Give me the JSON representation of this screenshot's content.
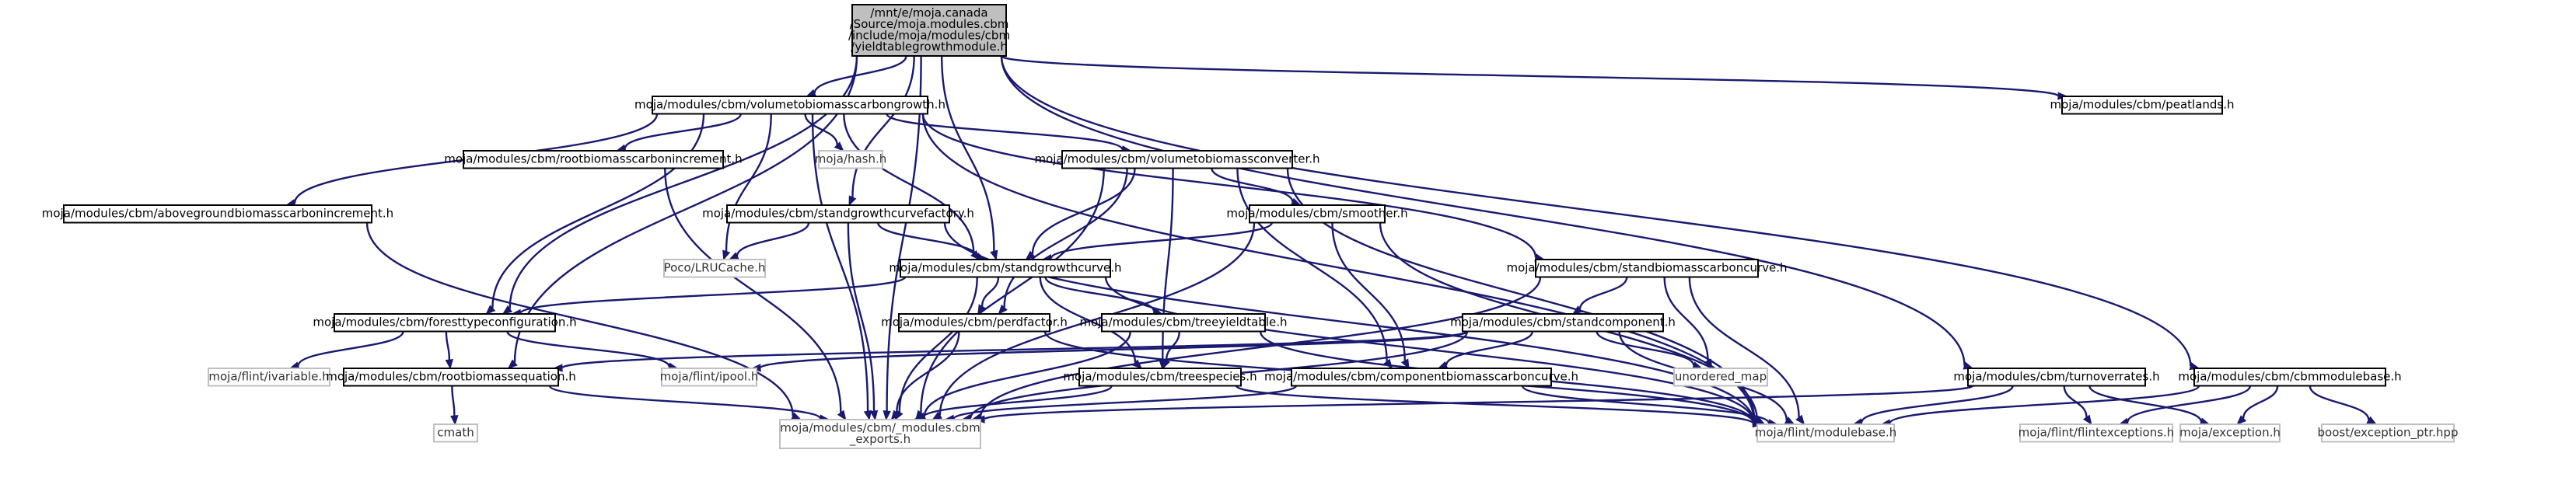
{
  "colors": {
    "edge": "#191970",
    "node_border": "#000000",
    "node_border_external": "#bfbfbf",
    "node_fill": "#ffffff",
    "root_fill": "#bfbfbf",
    "text": "#000000",
    "text_external": "#333333"
  },
  "nodes": [
    {
      "id": "root",
      "lines": [
        "/mnt/e/moja.canada",
        "/Source/moja.modules.cbm",
        "/include/moja/modules/cbm",
        "/yieldtablegrowthmodule.h"
      ],
      "kind": "root"
    },
    {
      "id": "volumetobiomasscarbongrowth",
      "lines": [
        "moja/modules/cbm/volumetobiomasscarbongrowth.h"
      ],
      "kind": "normal"
    },
    {
      "id": "peatlands",
      "lines": [
        "moja/modules/cbm/peatlands.h"
      ],
      "kind": "normal"
    },
    {
      "id": "hash",
      "lines": [
        "moja/hash.h"
      ],
      "kind": "external"
    },
    {
      "id": "rootbiomasscarbonincrement",
      "lines": [
        "moja/modules/cbm/rootbiomasscarbonincrement.h"
      ],
      "kind": "normal"
    },
    {
      "id": "volumetobiomassconverter",
      "lines": [
        "moja/modules/cbm/volumetobiomassconverter.h"
      ],
      "kind": "normal"
    },
    {
      "id": "abovegroundbiomasscarbonincrement",
      "lines": [
        "moja/modules/cbm/abovegroundbiomasscarbonincrement.h"
      ],
      "kind": "normal"
    },
    {
      "id": "standgrowthcurvefactory",
      "lines": [
        "moja/modules/cbm/standgrowthcurvefactory.h"
      ],
      "kind": "normal"
    },
    {
      "id": "smoother",
      "lines": [
        "moja/modules/cbm/smoother.h"
      ],
      "kind": "normal"
    },
    {
      "id": "lrucache",
      "lines": [
        "Poco/LRUCache.h"
      ],
      "kind": "external"
    },
    {
      "id": "standgrowthcurve",
      "lines": [
        "moja/modules/cbm/standgrowthcurve.h"
      ],
      "kind": "normal"
    },
    {
      "id": "standbiomasscarboncurve",
      "lines": [
        "moja/modules/cbm/standbiomasscarboncurve.h"
      ],
      "kind": "normal"
    },
    {
      "id": "foresttypeconfiguration",
      "lines": [
        "moja/modules/cbm/foresttypeconfiguration.h"
      ],
      "kind": "normal"
    },
    {
      "id": "perdfactor",
      "lines": [
        "moja/modules/cbm/perdfactor.h"
      ],
      "kind": "normal"
    },
    {
      "id": "treeyieldtable",
      "lines": [
        "moja/modules/cbm/treeyieldtable.h"
      ],
      "kind": "normal"
    },
    {
      "id": "standcomponent",
      "lines": [
        "moja/modules/cbm/standcomponent.h"
      ],
      "kind": "normal"
    },
    {
      "id": "variable",
      "lines": [
        "moja/flint/ivariable.h"
      ],
      "kind": "external"
    },
    {
      "id": "rootbiomassequation",
      "lines": [
        "moja/modules/cbm/rootbiomassequation.h"
      ],
      "kind": "normal"
    },
    {
      "id": "ipool",
      "lines": [
        "moja/flint/ipool.h"
      ],
      "kind": "external"
    },
    {
      "id": "treespecies",
      "lines": [
        "moja/modules/cbm/treespecies.h"
      ],
      "kind": "normal"
    },
    {
      "id": "componentbiomasscarboncurve",
      "lines": [
        "moja/modules/cbm/componentbiomasscarboncurve.h"
      ],
      "kind": "normal"
    },
    {
      "id": "unordered_map",
      "lines": [
        "unordered_map"
      ],
      "kind": "external"
    },
    {
      "id": "turnoverrates",
      "lines": [
        "moja/modules/cbm/turnoverrates.h"
      ],
      "kind": "normal"
    },
    {
      "id": "cbmmodulebase",
      "lines": [
        "moja/modules/cbm/cbmmodulebase.h"
      ],
      "kind": "normal"
    },
    {
      "id": "cmath",
      "lines": [
        "cmath"
      ],
      "kind": "external"
    },
    {
      "id": "exports",
      "lines": [
        "moja/modules/cbm/_modules.cbm",
        "_exports.h"
      ],
      "kind": "external"
    },
    {
      "id": "modulebase",
      "lines": [
        "moja/flint/modulebase.h"
      ],
      "kind": "external"
    },
    {
      "id": "flintexceptions",
      "lines": [
        "moja/flint/flintexceptions.h"
      ],
      "kind": "external"
    },
    {
      "id": "exception",
      "lines": [
        "moja/exception.h"
      ],
      "kind": "external"
    },
    {
      "id": "exception_ptr",
      "lines": [
        "boost/exception_ptr.hpp"
      ],
      "kind": "external"
    }
  ],
  "edges": [
    [
      "root",
      "volumetobiomasscarbongrowth"
    ],
    [
      "root",
      "peatlands"
    ],
    [
      "root",
      "standgrowthcurvefactory"
    ],
    [
      "root",
      "standgrowthcurve"
    ],
    [
      "root",
      "foresttypeconfiguration"
    ],
    [
      "root",
      "rootbiomassequation"
    ],
    [
      "root",
      "exports"
    ],
    [
      "root",
      "turnoverrates"
    ],
    [
      "root",
      "cbmmodulebase"
    ],
    [
      "volumetobiomasscarbongrowth",
      "hash"
    ],
    [
      "volumetobiomasscarbongrowth",
      "rootbiomasscarbonincrement"
    ],
    [
      "volumetobiomasscarbongrowth",
      "volumetobiomassconverter"
    ],
    [
      "volumetobiomasscarbongrowth",
      "abovegroundbiomasscarbonincrement"
    ],
    [
      "volumetobiomasscarbongrowth",
      "lrucache"
    ],
    [
      "volumetobiomasscarbongrowth",
      "standgrowthcurve"
    ],
    [
      "volumetobiomasscarbongrowth",
      "standbiomasscarboncurve"
    ],
    [
      "volumetobiomasscarbongrowth",
      "foresttypeconfiguration"
    ],
    [
      "volumetobiomasscarbongrowth",
      "exports"
    ],
    [
      "volumetobiomasscarbongrowth",
      "modulebase"
    ],
    [
      "rootbiomasscarbonincrement",
      "exports"
    ],
    [
      "abovegroundbiomasscarbonincrement",
      "exports"
    ],
    [
      "volumetobiomassconverter",
      "smoother"
    ],
    [
      "volumetobiomassconverter",
      "standgrowthcurve"
    ],
    [
      "volumetobiomassconverter",
      "perdfactor"
    ],
    [
      "volumetobiomassconverter",
      "treespecies"
    ],
    [
      "volumetobiomassconverter",
      "componentbiomasscarboncurve"
    ],
    [
      "volumetobiomassconverter",
      "exports"
    ],
    [
      "volumetobiomassconverter",
      "modulebase"
    ],
    [
      "standgrowthcurvefactory",
      "lrucache"
    ],
    [
      "standgrowthcurvefactory",
      "standgrowthcurve"
    ],
    [
      "standgrowthcurvefactory",
      "exports"
    ],
    [
      "standgrowthcurvefactory",
      "modulebase"
    ],
    [
      "smoother",
      "standgrowthcurve"
    ],
    [
      "smoother",
      "componentbiomasscarboncurve"
    ],
    [
      "smoother",
      "exports"
    ],
    [
      "smoother",
      "modulebase"
    ],
    [
      "standgrowthcurve",
      "foresttypeconfiguration"
    ],
    [
      "standgrowthcurve",
      "perdfactor"
    ],
    [
      "standgrowthcurve",
      "treeyieldtable"
    ],
    [
      "standgrowthcurve",
      "treespecies"
    ],
    [
      "standgrowthcurve",
      "exports"
    ],
    [
      "standgrowthcurve",
      "modulebase"
    ],
    [
      "standbiomasscarboncurve",
      "standcomponent"
    ],
    [
      "standbiomasscarboncurve",
      "unordered_map"
    ],
    [
      "standbiomasscarboncurve",
      "exports"
    ],
    [
      "standbiomasscarboncurve",
      "modulebase"
    ],
    [
      "foresttypeconfiguration",
      "variable"
    ],
    [
      "foresttypeconfiguration",
      "rootbiomassequation"
    ],
    [
      "foresttypeconfiguration",
      "ipool"
    ],
    [
      "perdfactor",
      "exports"
    ],
    [
      "perdfactor",
      "modulebase"
    ],
    [
      "treeyieldtable",
      "treespecies"
    ],
    [
      "treeyieldtable",
      "exports"
    ],
    [
      "treeyieldtable",
      "modulebase"
    ],
    [
      "standcomponent",
      "ipool"
    ],
    [
      "standcomponent",
      "rootbiomassequation"
    ],
    [
      "standcomponent",
      "componentbiomasscarboncurve"
    ],
    [
      "standcomponent",
      "unordered_map"
    ],
    [
      "standcomponent",
      "exports"
    ],
    [
      "standcomponent",
      "modulebase"
    ],
    [
      "rootbiomassequation",
      "cmath"
    ],
    [
      "rootbiomassequation",
      "exports"
    ],
    [
      "treespecies",
      "exports"
    ],
    [
      "treespecies",
      "modulebase"
    ],
    [
      "componentbiomasscarboncurve",
      "exports"
    ],
    [
      "componentbiomasscarboncurve",
      "modulebase"
    ],
    [
      "turnoverrates",
      "exports"
    ],
    [
      "turnoverrates",
      "modulebase"
    ],
    [
      "turnoverrates",
      "flintexceptions"
    ],
    [
      "turnoverrates",
      "exception"
    ],
    [
      "cbmmodulebase",
      "modulebase"
    ],
    [
      "cbmmodulebase",
      "flintexceptions"
    ],
    [
      "cbmmodulebase",
      "exception"
    ],
    [
      "cbmmodulebase",
      "exception_ptr"
    ]
  ]
}
